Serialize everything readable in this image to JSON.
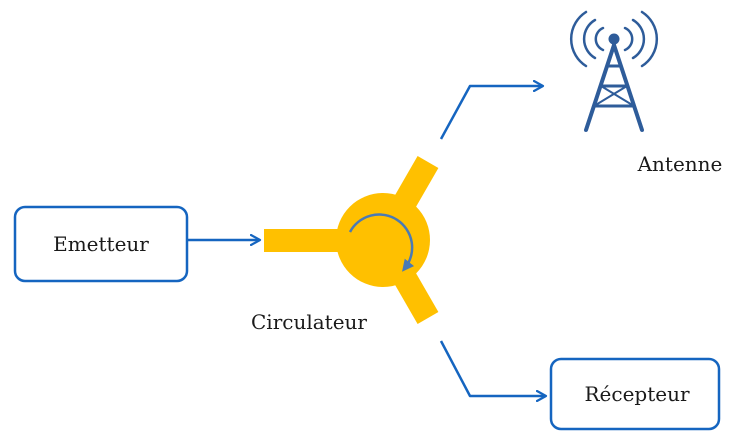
{
  "diagram": {
    "nodes": {
      "emetteur": {
        "label": "Emetteur"
      },
      "recepteur": {
        "label": "Récepteur"
      },
      "antenne": {
        "label": "Antenne"
      },
      "circulateur": {
        "label": "Circulateur"
      }
    },
    "edges": [
      {
        "from": "emetteur",
        "to": "circulateur"
      },
      {
        "from": "circulateur",
        "to": "antenne"
      },
      {
        "from": "circulateur",
        "to": "recepteur"
      }
    ]
  },
  "colors": {
    "box_border": "#1565c0",
    "arrow": "#1565c0",
    "circulator": "#ffc000",
    "rotation_arrow": "#4a7ab5",
    "antenna": "#2e5c9a"
  }
}
